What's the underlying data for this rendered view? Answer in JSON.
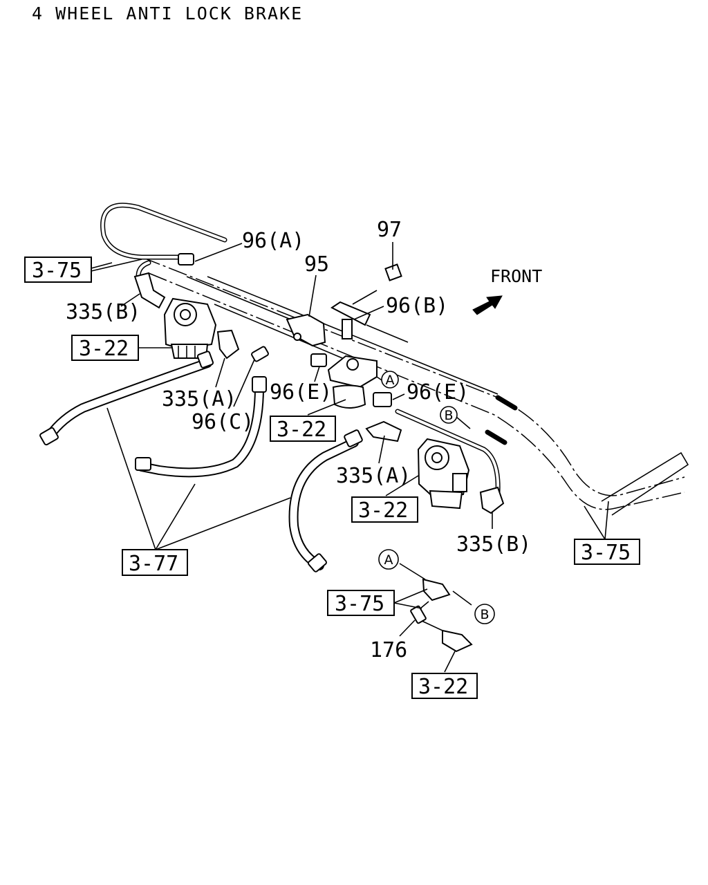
{
  "title": "4 WHEEL ANTI LOCK BRAKE",
  "front_label": "FRONT",
  "callouts": {
    "p97": "97",
    "p96a": "96(A)",
    "p95": "95",
    "p96b": "96(B)",
    "p335b_top": "335(B)",
    "p335a_left": "335(A)",
    "p96c": "96(C)",
    "p96e_left": "96(E)",
    "p96e_right": "96(E)",
    "p335a_mid": "335(A)",
    "p335b_bottom": "335(B)",
    "p176": "176"
  },
  "ref_boxes": {
    "r375_top": "3-75",
    "r322_left": "3-22",
    "r322_center": "3-22",
    "r322_mid": "3-22",
    "r377": "3-77",
    "r375_right": "3-75",
    "r375_bottom": "3-75",
    "r322_bottom": "3-22"
  },
  "markers": {
    "a_top": "A",
    "b_top": "B",
    "a_bottom": "A",
    "b_bottom": "B"
  }
}
